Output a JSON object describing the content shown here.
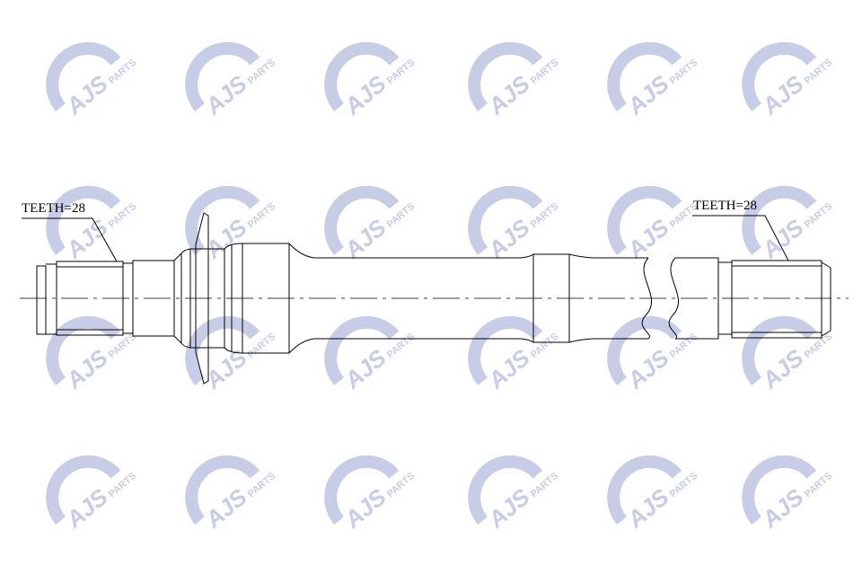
{
  "watermark": {
    "text_main": "AJS",
    "text_small": "PARTS",
    "color": "#c7cde6",
    "rows_y": [
      90,
      250,
      395,
      550
    ],
    "cols_x": [
      95,
      250,
      405,
      565,
      720,
      870
    ]
  },
  "drawing": {
    "part": "drive shaft",
    "line_color": "#000000",
    "labels": {
      "left_spline": "TEETH=28",
      "right_spline": "TEETH=28"
    }
  }
}
